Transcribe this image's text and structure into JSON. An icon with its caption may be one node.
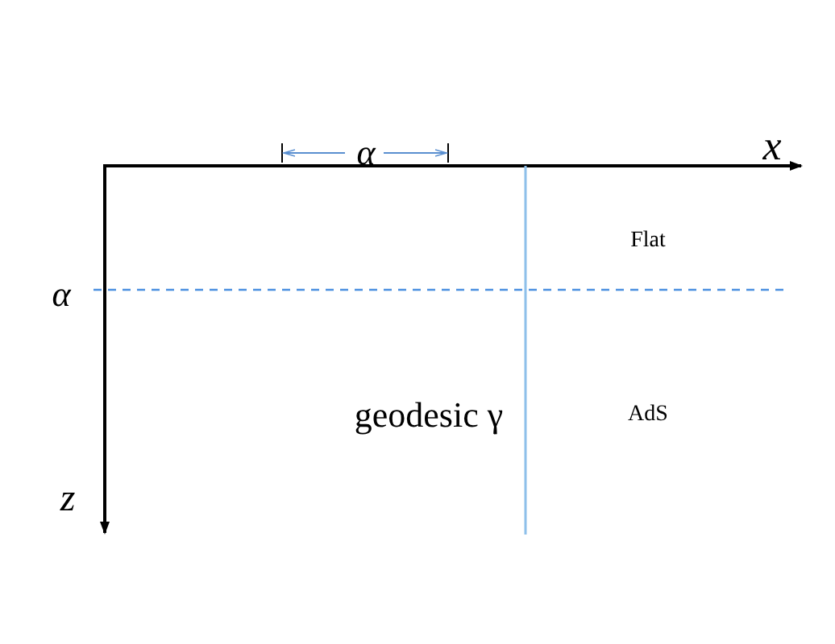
{
  "diagram": {
    "labels": [
      "α",
      "x",
      "Flat",
      "α",
      "geodesic γ",
      "AdS",
      "z"
    ]
  }
}
